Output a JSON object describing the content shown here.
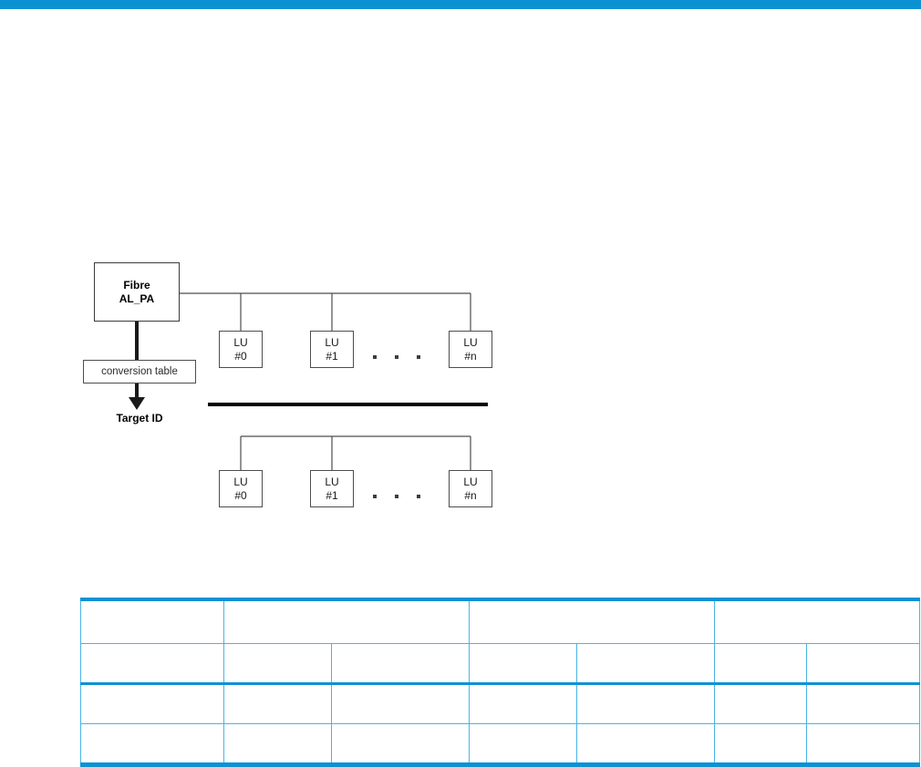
{
  "page": {
    "accent_color": "#0c92d3",
    "rule_color": "#49b4e8",
    "background_color": "#ffffff"
  },
  "diagram": {
    "name": "fibre-al-pa-logical-unit-mapping",
    "nodes": {
      "fibre_box": {
        "line1": "Fibre",
        "line2": "AL_PA"
      },
      "conversion_table": "conversion table",
      "target_id": "Target ID"
    },
    "bus": {
      "label": ""
    },
    "lu_groups": [
      {
        "id": "lu-row-top",
        "units": [
          {
            "line1": "LU",
            "line2": "#0"
          },
          {
            "line1": "LU",
            "line2": "#1"
          },
          {
            "line1": "LU",
            "line2": "#n"
          }
        ],
        "ellipsis": "..."
      },
      {
        "id": "lu-row-bottom",
        "units": [
          {
            "line1": "LU",
            "line2": "#0"
          },
          {
            "line1": "LU",
            "line2": "#1"
          },
          {
            "line1": "LU",
            "line2": "#n"
          }
        ],
        "ellipsis": "..."
      }
    ]
  },
  "table": {
    "header_row": [
      "",
      "",
      "",
      ""
    ],
    "subheader_row": [
      "",
      "",
      "",
      "",
      "",
      "",
      ""
    ],
    "body_rows": [
      [
        "",
        "",
        "",
        "",
        "",
        "",
        ""
      ],
      [
        "",
        "",
        "",
        "",
        "",
        "",
        ""
      ]
    ]
  }
}
